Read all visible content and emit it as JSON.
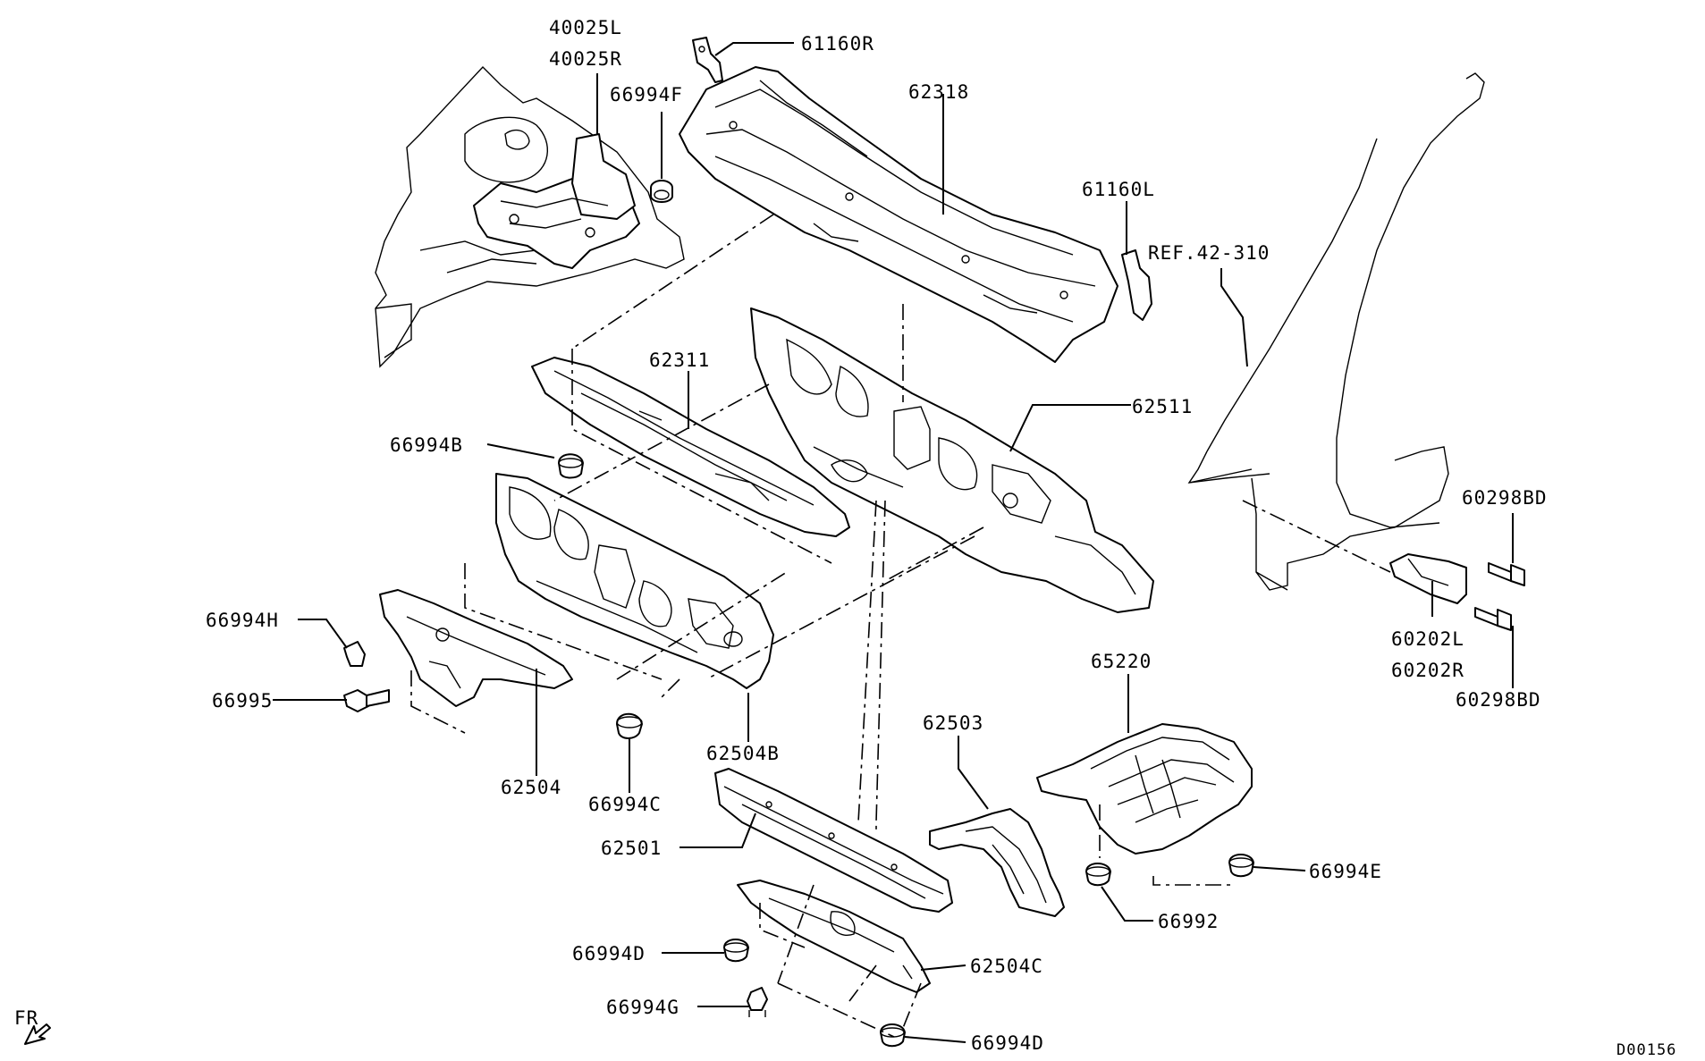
{
  "labels": {
    "p40025L": "40025L",
    "p40025R": "40025R",
    "p66994F": "66994F",
    "p61160R": "61160R",
    "p62318": "62318",
    "p61160L": "61160L",
    "ref42": "REF.42-310",
    "p62311": "62311",
    "p66994B": "66994B",
    "p62511": "62511",
    "p60298BD_top": "60298BD",
    "p66994H": "66994H",
    "p60202L": "60202L",
    "p60202R": "60202R",
    "p60298BD_bottom": "60298BD",
    "p66995": "66995",
    "p65220": "65220",
    "p62503": "62503",
    "p62504B": "62504B",
    "p62504": "62504",
    "p66994C": "66994C",
    "p62501": "62501",
    "p66994E": "66994E",
    "p66992": "66992",
    "p66994D_left": "66994D",
    "p62504C": "62504C",
    "p66994G": "66994G",
    "p66994D_bottom": "66994D",
    "fr": "FR",
    "code": "D00156"
  }
}
